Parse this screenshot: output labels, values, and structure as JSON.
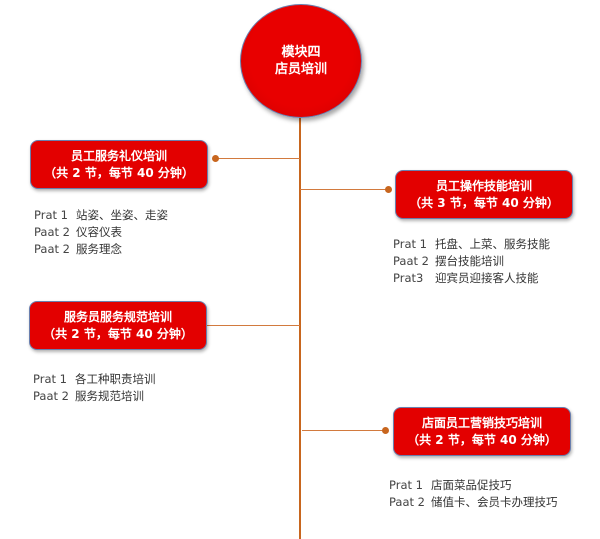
{
  "center": {
    "line1": "模块四",
    "line2": "店员培训"
  },
  "modules": [
    {
      "title": "员工服务礼仪培训",
      "subtitle": "（共 2 节，每节 40 分钟）",
      "items": [
        {
          "label": "Prat 1",
          "text": "站姿、坐姿、走姿"
        },
        {
          "label": "Paat 2",
          "text": "仪容仪表"
        },
        {
          "label": "Paat 2",
          "text": "服务理念"
        }
      ]
    },
    {
      "title": "员工操作技能培训",
      "subtitle": "（共 3 节，每节 40 分钟）",
      "items": [
        {
          "label": "Prat 1",
          "text": "托盘、上菜、服务技能"
        },
        {
          "label": "Paat 2",
          "text": "摆台技能培训"
        },
        {
          "label": "Prat3",
          "text": "迎宾员迎接客人技能"
        }
      ]
    },
    {
      "title": "服务员服务规范培训",
      "subtitle": "（共 2 节，每节 40 分钟）",
      "items": [
        {
          "label": "Prat 1",
          "text": "各工种职责培训"
        },
        {
          "label": "Paat 2",
          "text": "服务规范培训"
        }
      ]
    },
    {
      "title": "店面员工营销技巧培训",
      "subtitle": "（共 2 节，每节 40 分钟）",
      "items": [
        {
          "label": "Prat 1",
          "text": "店面菜品促技巧"
        },
        {
          "label": "Paat 2",
          "text": "储值卡、会员卡办理技巧"
        }
      ]
    }
  ],
  "colors": {
    "accent": "#e30000",
    "line": "#c8661e"
  }
}
